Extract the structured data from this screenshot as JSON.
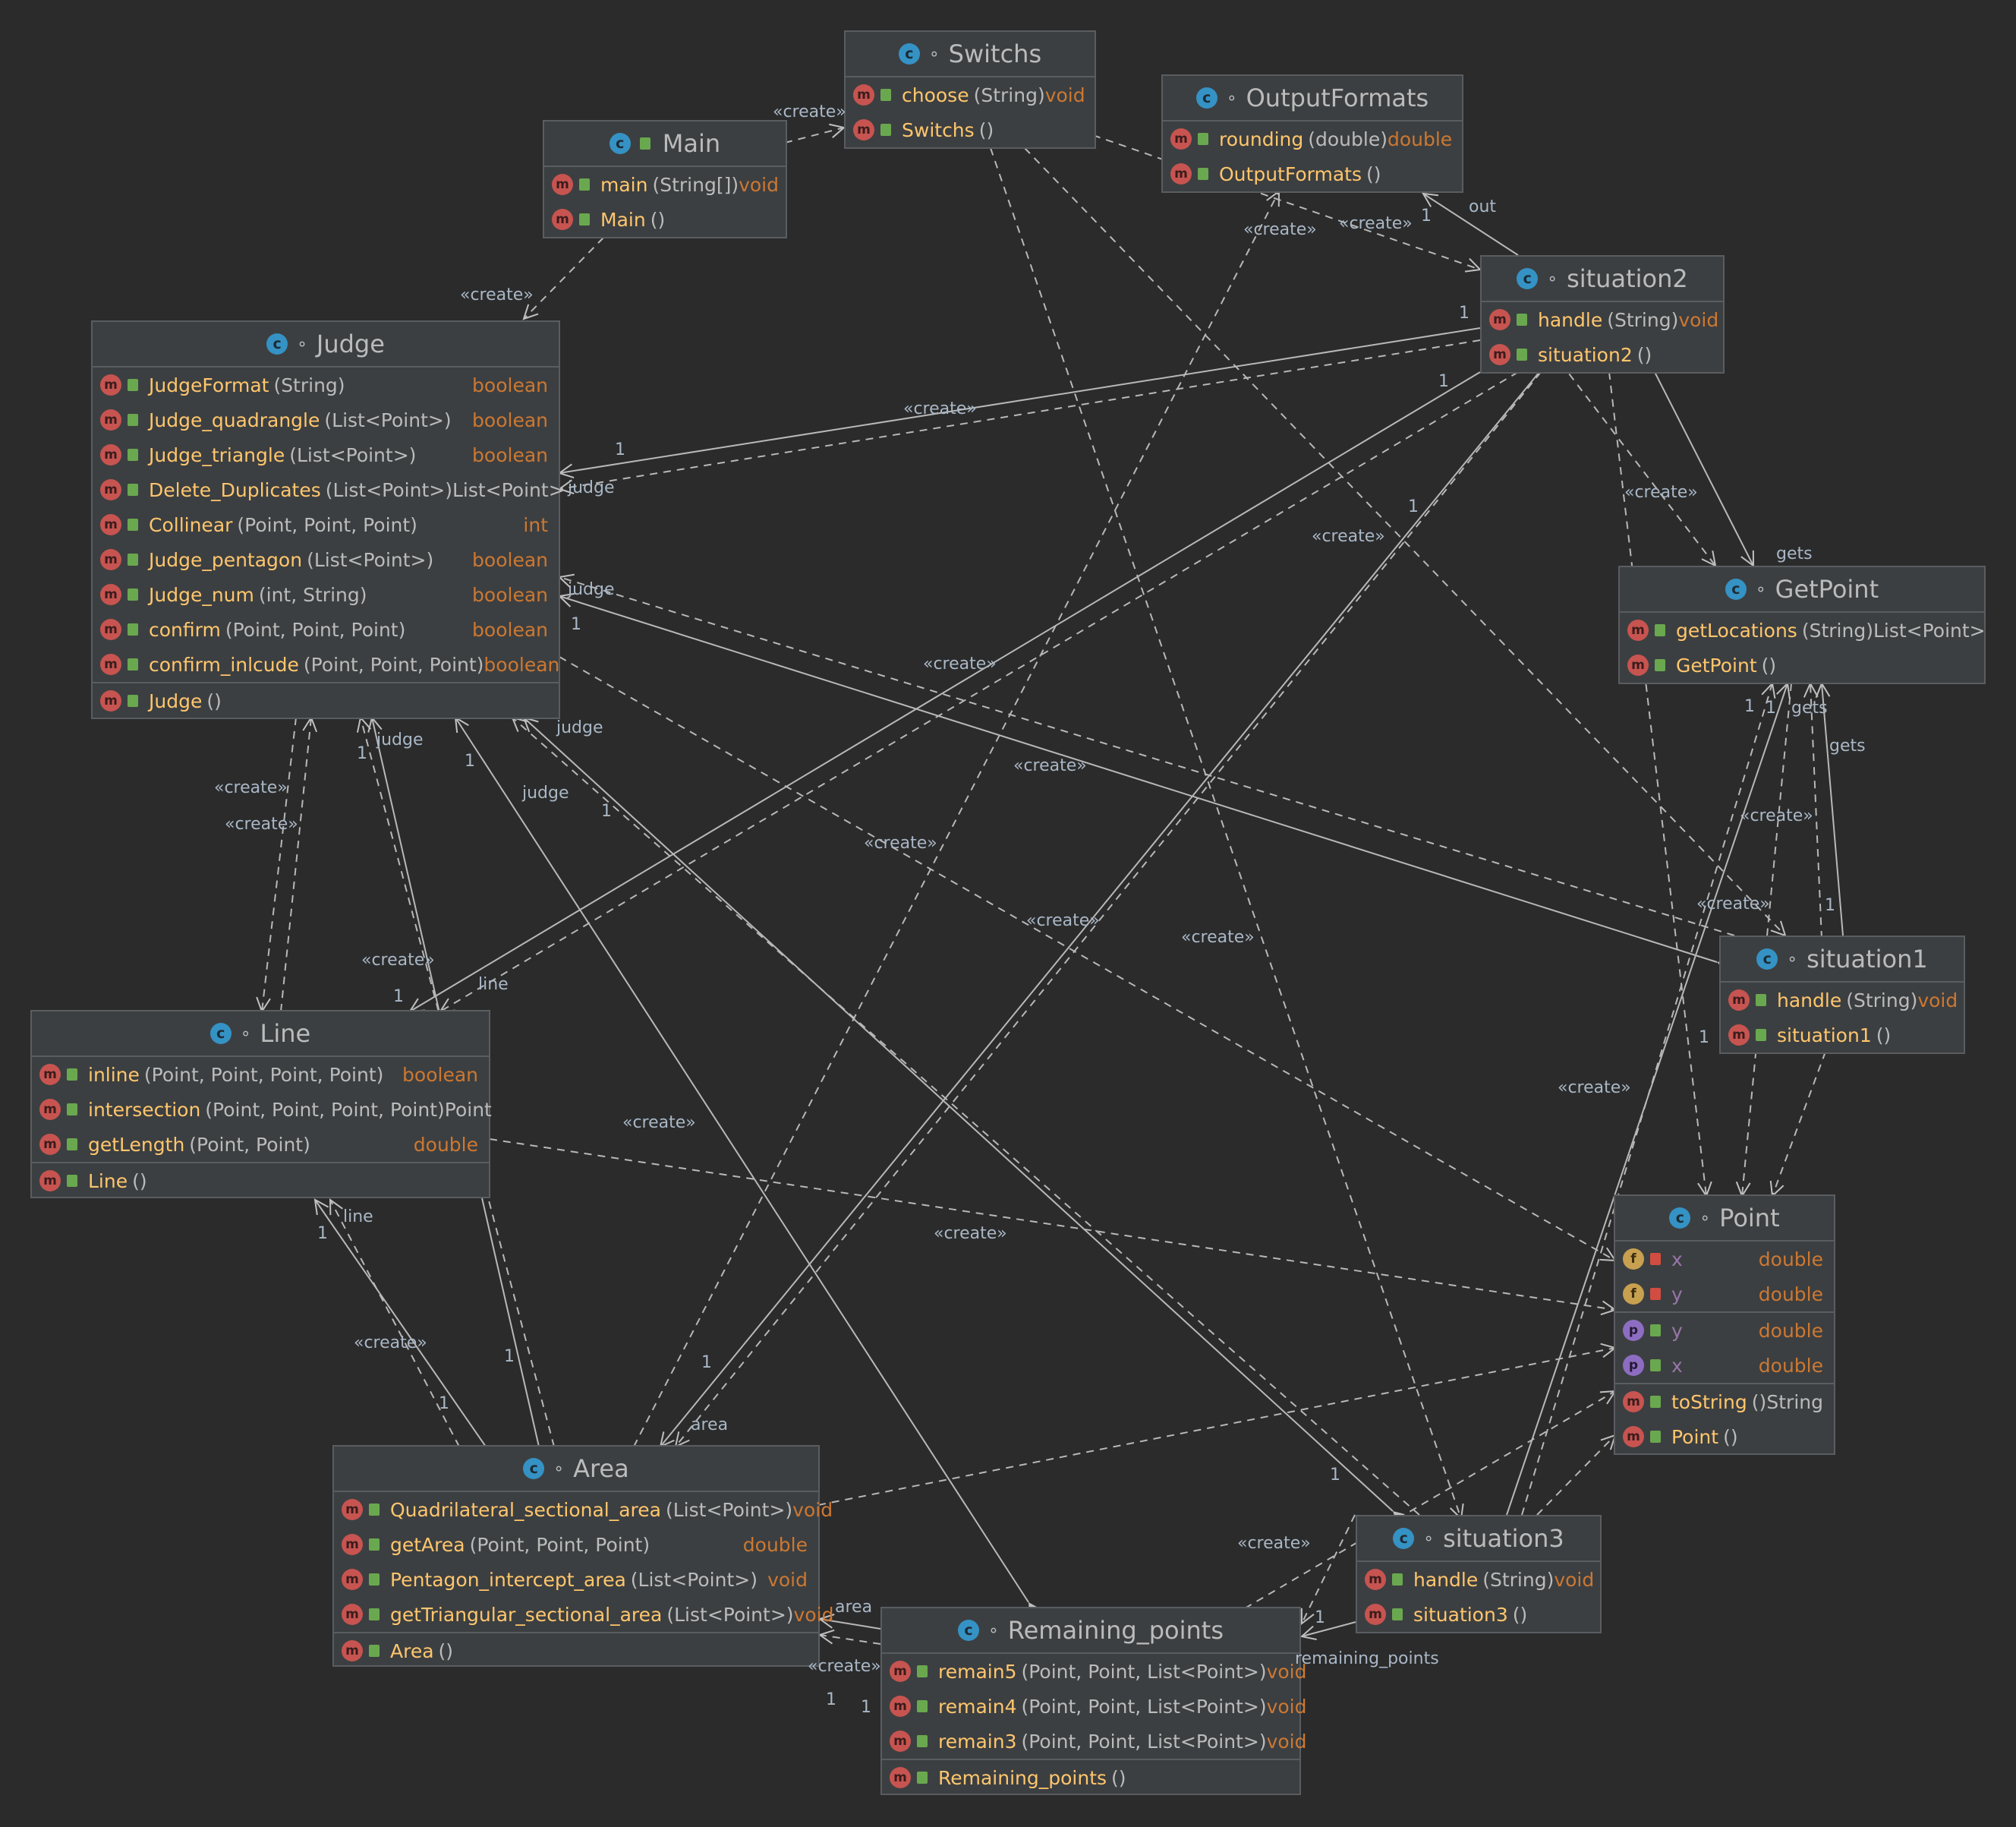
{
  "classes": {
    "switchs": {
      "name": "Switchs",
      "methods": [
        {
          "name": "choose",
          "params": "(String)",
          "ret": "void"
        },
        {
          "name": "Switchs",
          "params": "()",
          "ret": ""
        }
      ]
    },
    "main": {
      "name": "Main",
      "methods": [
        {
          "name": "main",
          "params": "(String[])",
          "ret": "void"
        },
        {
          "name": "Main",
          "params": "()",
          "ret": ""
        }
      ]
    },
    "outputformats": {
      "name": "OutputFormats",
      "methods": [
        {
          "name": "rounding",
          "params": "(double)",
          "ret": "double"
        },
        {
          "name": "OutputFormats",
          "params": "()",
          "ret": ""
        }
      ]
    },
    "situation2": {
      "name": "situation2",
      "methods": [
        {
          "name": "handle",
          "params": "(String)",
          "ret": "void"
        },
        {
          "name": "situation2",
          "params": "()",
          "ret": ""
        }
      ]
    },
    "judge": {
      "name": "Judge",
      "methods": [
        {
          "name": "JudgeFormat",
          "params": "(String)",
          "ret": "boolean"
        },
        {
          "name": "Judge_quadrangle",
          "params": "(List<Point>)",
          "ret": "boolean"
        },
        {
          "name": "Judge_triangle",
          "params": "(List<Point>)",
          "ret": "boolean"
        },
        {
          "name": "Delete_Duplicates",
          "params": "(List<Point>)",
          "ret": "List<Point>"
        },
        {
          "name": "Collinear",
          "params": "(Point, Point, Point)",
          "ret": "int"
        },
        {
          "name": "Judge_pentagon",
          "params": "(List<Point>)",
          "ret": "boolean"
        },
        {
          "name": "Judge_num",
          "params": "(int, String)",
          "ret": "boolean"
        },
        {
          "name": "confirm",
          "params": "(Point, Point, Point)",
          "ret": "boolean"
        },
        {
          "name": "confirm_inlcude",
          "params": "(Point, Point, Point)",
          "ret": "boolean"
        },
        {
          "name": "Judge",
          "params": "()",
          "ret": ""
        }
      ]
    },
    "getpoint": {
      "name": "GetPoint",
      "methods": [
        {
          "name": "getLocations",
          "params": "(String)",
          "ret": "List<Point>"
        },
        {
          "name": "GetPoint",
          "params": "()",
          "ret": ""
        }
      ]
    },
    "situation1": {
      "name": "situation1",
      "methods": [
        {
          "name": "handle",
          "params": "(String)",
          "ret": "void"
        },
        {
          "name": "situation1",
          "params": "()",
          "ret": ""
        }
      ]
    },
    "line": {
      "name": "Line",
      "methods": [
        {
          "name": "inline",
          "params": "(Point, Point, Point, Point)",
          "ret": "boolean"
        },
        {
          "name": "intersection",
          "params": "(Point, Point, Point, Point)",
          "ret": "Point"
        },
        {
          "name": "getLength",
          "params": "(Point, Point)",
          "ret": "double"
        },
        {
          "name": "Line",
          "params": "()",
          "ret": ""
        }
      ]
    },
    "point": {
      "name": "Point",
      "fields": [
        {
          "name": "x",
          "ret": "double"
        },
        {
          "name": "y",
          "ret": "double"
        }
      ],
      "props": [
        {
          "name": "y",
          "ret": "double"
        },
        {
          "name": "x",
          "ret": "double"
        }
      ],
      "methods": [
        {
          "name": "toString",
          "params": "()",
          "ret": "String"
        },
        {
          "name": "Point",
          "params": "()",
          "ret": ""
        }
      ]
    },
    "area": {
      "name": "Area",
      "methods": [
        {
          "name": "Quadrilateral_sectional_area",
          "params": "(List<Point>)",
          "ret": "void"
        },
        {
          "name": "getArea",
          "params": "(Point, Point, Point)",
          "ret": "double"
        },
        {
          "name": "Pentagon_intercept_area",
          "params": "(List<Point>)",
          "ret": "void"
        },
        {
          "name": "getTriangular_sectional_area",
          "params": "(List<Point>)",
          "ret": "void"
        },
        {
          "name": "Area",
          "params": "()",
          "ret": ""
        }
      ]
    },
    "situation3": {
      "name": "situation3",
      "methods": [
        {
          "name": "handle",
          "params": "(String)",
          "ret": "void"
        },
        {
          "name": "situation3",
          "params": "()",
          "ret": ""
        }
      ]
    },
    "remaining": {
      "name": "Remaining_points",
      "methods": [
        {
          "name": "remain5",
          "params": "(Point, Point, List<Point>)",
          "ret": "void"
        },
        {
          "name": "remain4",
          "params": "(Point, Point, List<Point>)",
          "ret": "void"
        },
        {
          "name": "remain3",
          "params": "(Point, Point, List<Point>)",
          "ret": "void"
        },
        {
          "name": "Remaining_points",
          "params": "()",
          "ret": ""
        }
      ]
    }
  },
  "edge_labels": {
    "create": "«create»",
    "out": "out",
    "judge": "judge",
    "gets": "gets",
    "line": "line",
    "area": "area",
    "remaining_points": "remaining_points",
    "one": "1"
  }
}
